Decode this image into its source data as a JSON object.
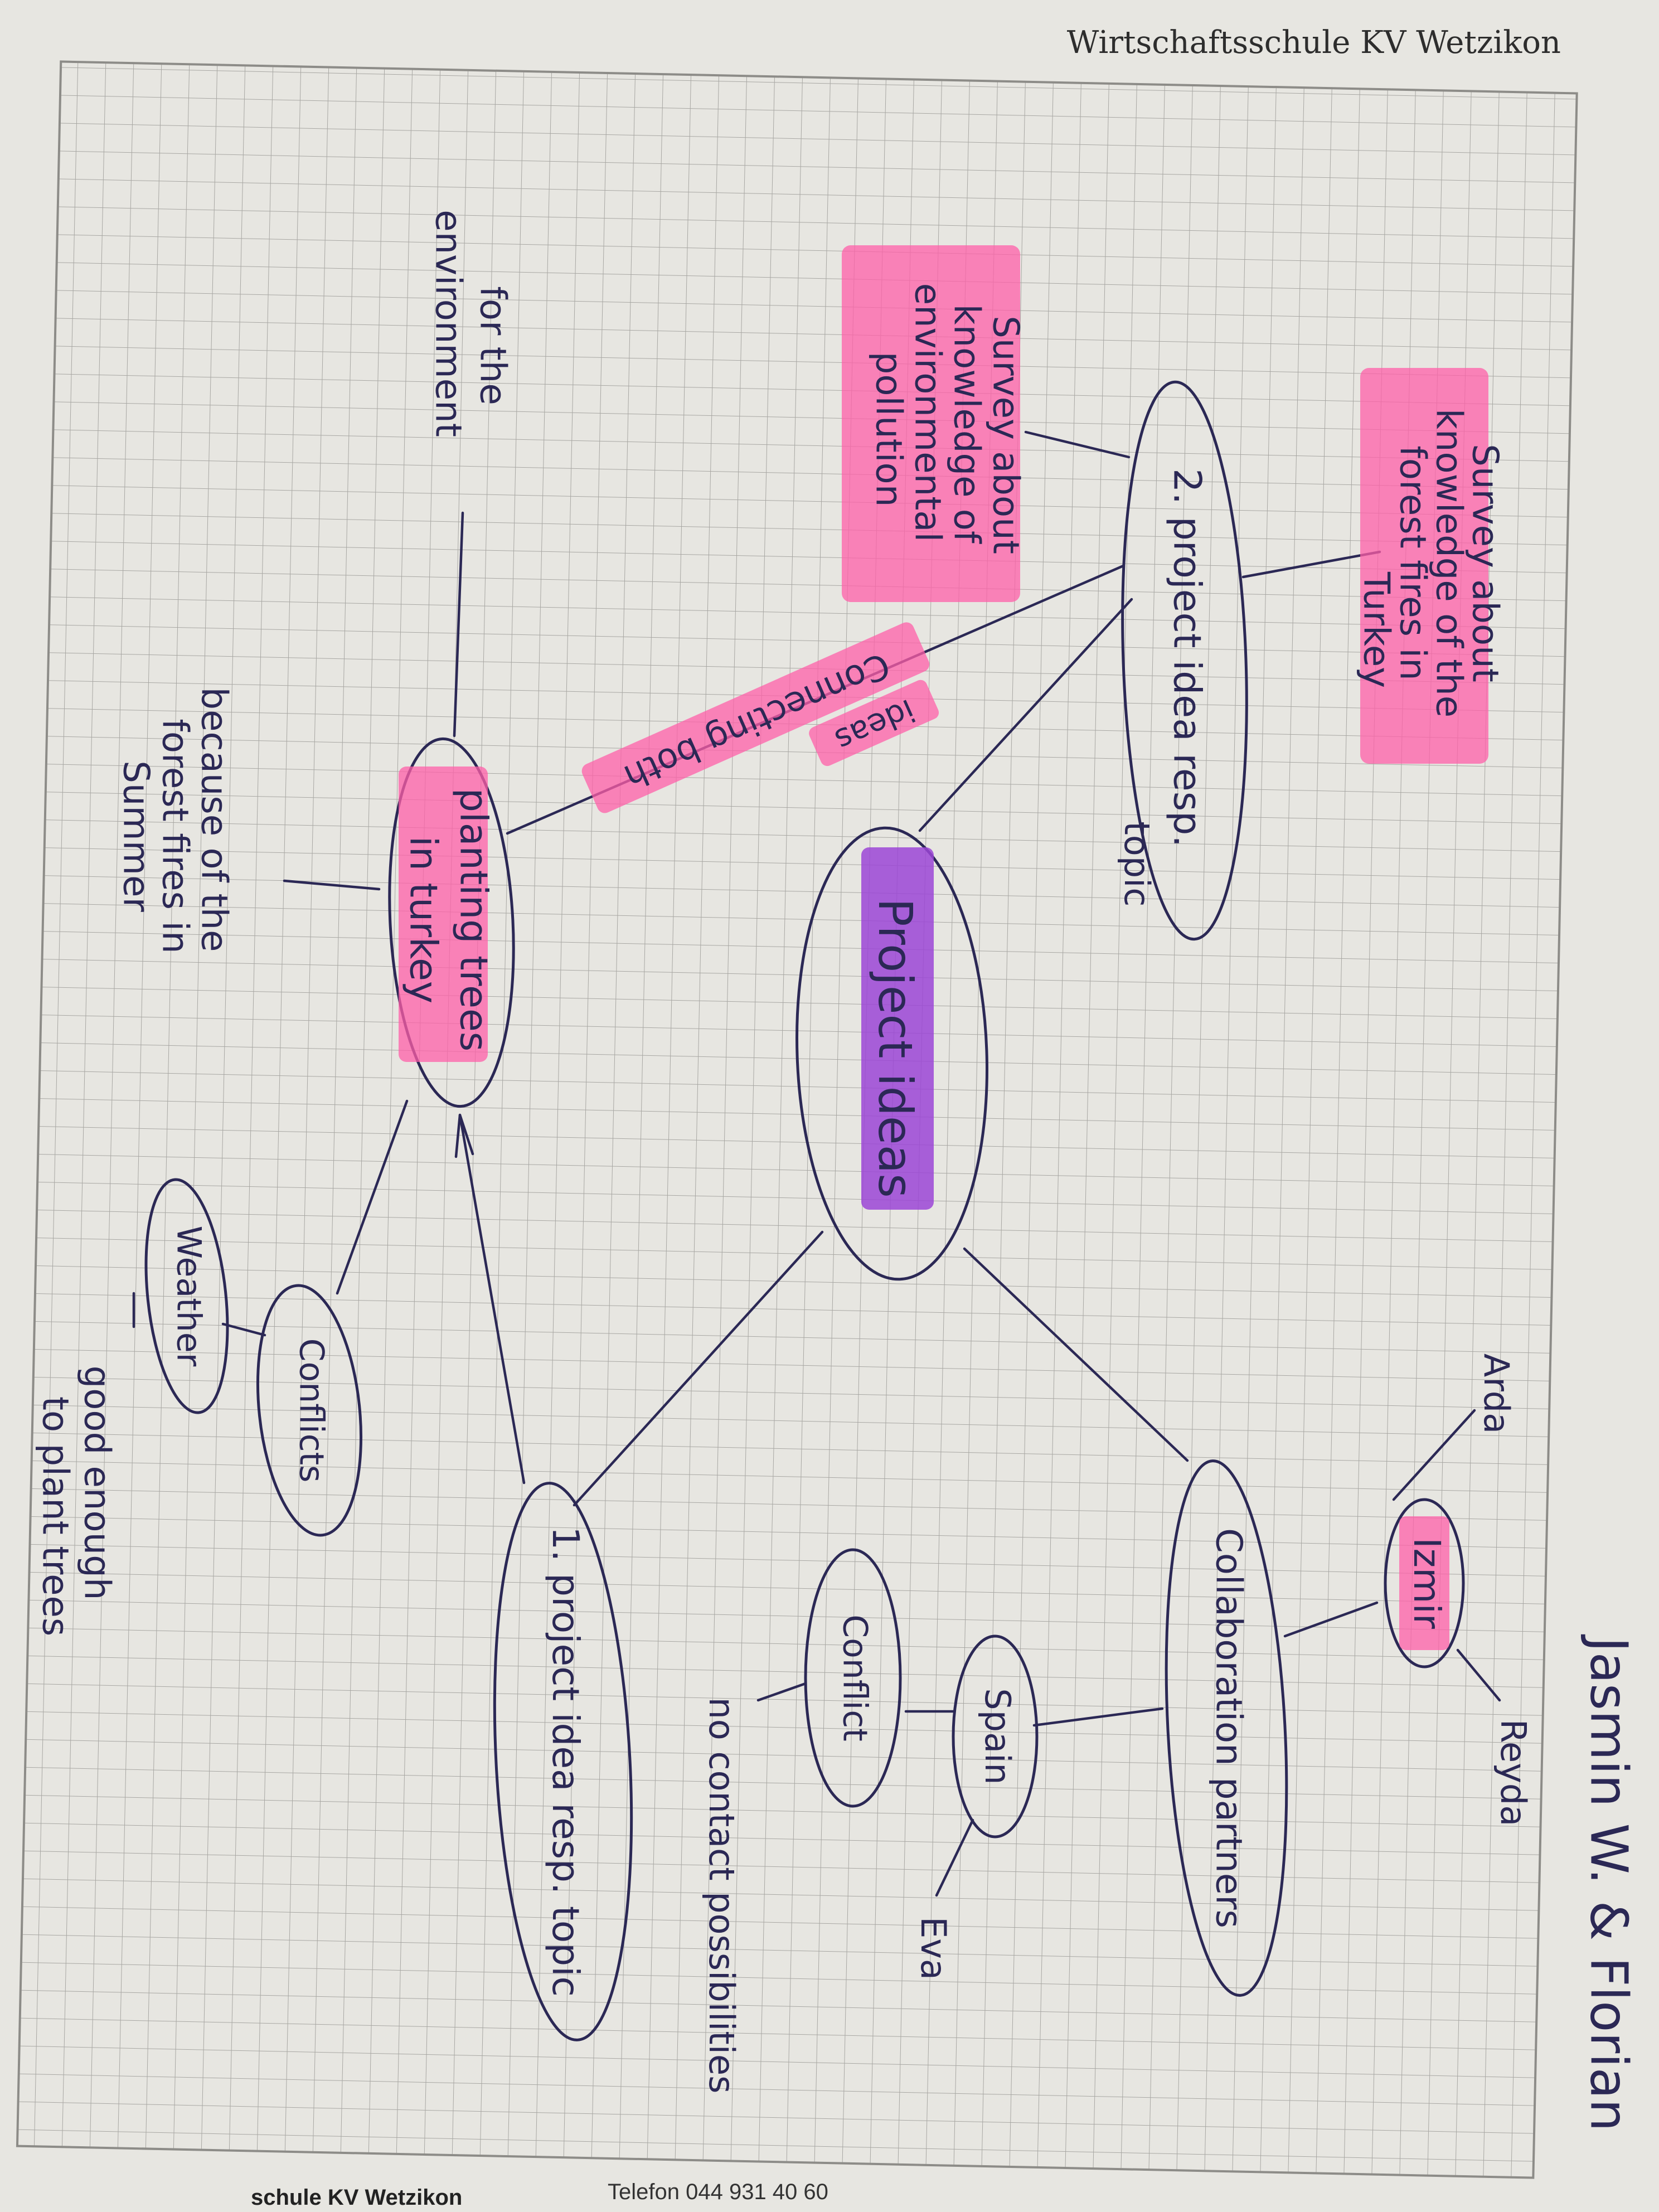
{
  "header": {
    "school": "Wirtschaftsschule KV Wetzikon"
  },
  "footer": {
    "school": "schule KV Wetzikon",
    "phone": "Telefon 044 931 40 60"
  },
  "authors": "Jasmin W. & Florian",
  "center": {
    "label": "Project ideas"
  },
  "project1": {
    "label": "1. project idea resp. topic"
  },
  "project2": {
    "label_main": "2. project idea resp.",
    "label_sub": "topic"
  },
  "planting": {
    "label_line1": "planting trees",
    "label_line2": "in turkey"
  },
  "collaboration": {
    "label": "Collaboration partners"
  },
  "izmir": {
    "label": "Izmir"
  },
  "spain": {
    "label": "Spain"
  },
  "conflict_spain": {
    "label": "Conflict"
  },
  "conflicts": {
    "label": "Conflicts"
  },
  "weather": {
    "label": "Weather"
  },
  "notes": {
    "arda": "Arda",
    "reyda": "Reyda",
    "eva": "Eva",
    "no_contact": "no contact possibilities",
    "for_env_1": "for the",
    "for_env_2": "environment",
    "because_1": "because of the",
    "because_2": "forest fires in",
    "because_3": "Summer",
    "good_1": "good enough",
    "good_2": "to plant trees",
    "survey_fires_1": "Survey about",
    "survey_fires_2": "knowledge of the",
    "survey_fires_3": "forest fires in",
    "survey_fires_4": "Turkey",
    "survey_poll_1": "Survey about",
    "survey_poll_2": "knowledge of",
    "survey_poll_3": "environmental",
    "survey_poll_4": "pollution",
    "connecting_1": "Connecting both",
    "connecting_2": "ideas"
  },
  "colors": {
    "ink": "#2b2855",
    "pink_highlight": "#ff5fa8",
    "purple_highlight": "#9b45d6",
    "paper": "#ecebe6",
    "grid": "#a8a7a3"
  }
}
